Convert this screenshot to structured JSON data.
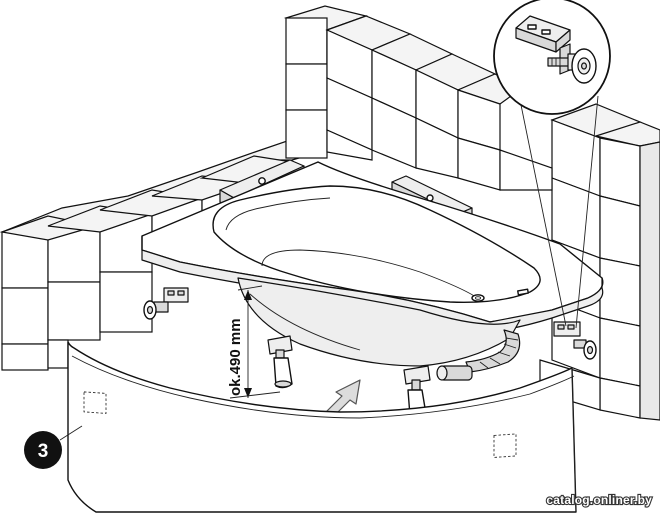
{
  "diagram": {
    "dimension_label": "ok.490 mm",
    "step_number": "3",
    "watermark": "catalog.onliner.by"
  }
}
